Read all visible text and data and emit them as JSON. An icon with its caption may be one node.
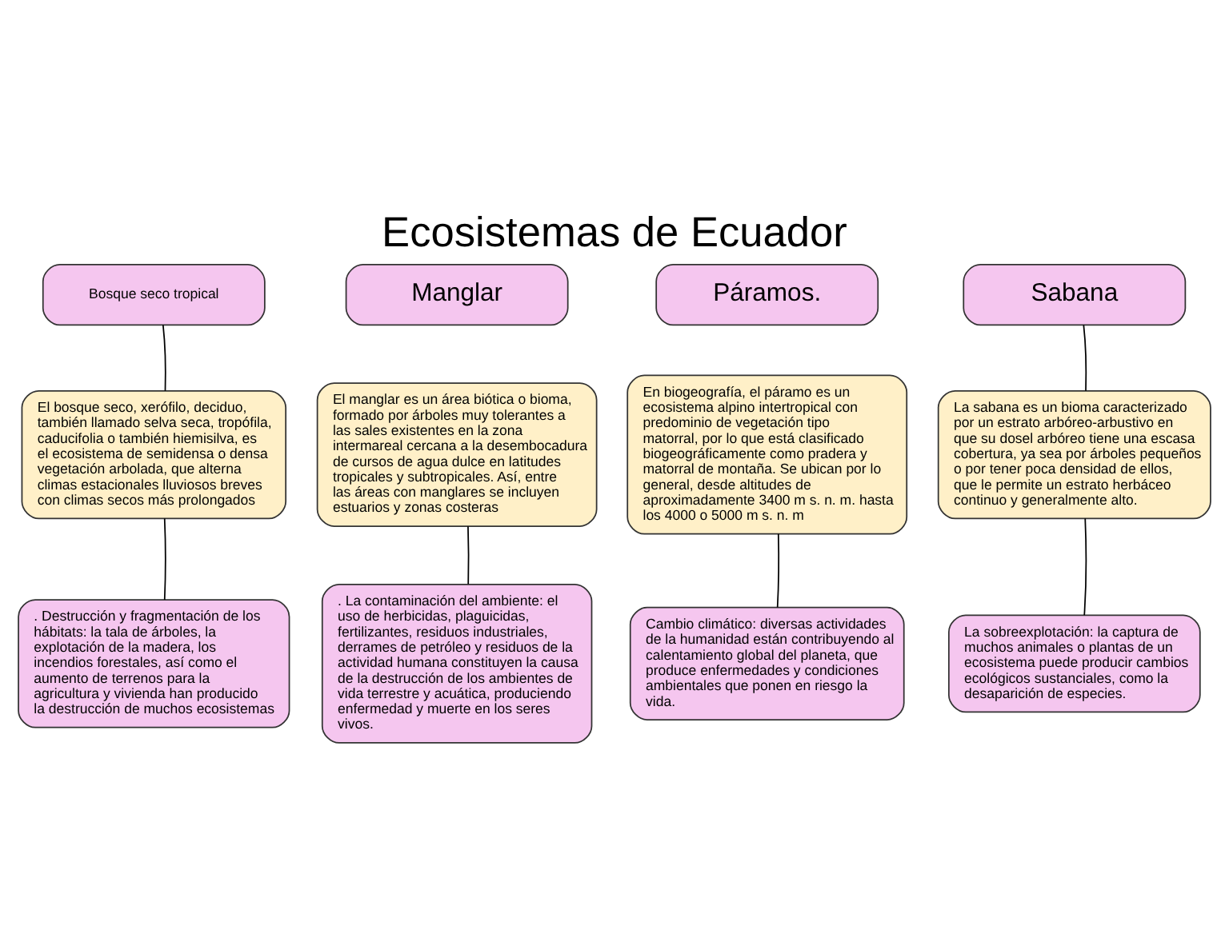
{
  "diagram": {
    "title": "Ecosistemas de Ecuador",
    "nodes": [
      {
        "text": [
          "Bosque seco tropical"
        ]
      },
      {
        "text": [
          "Manglar"
        ]
      },
      {
        "text": [
          "Páramos."
        ]
      },
      {
        "text": [
          "Sabana"
        ]
      },
      {
        "text": [
          "El bosque seco, xerófilo, deciduo, también llamado selva seca, tropófila, caducifolia o también hiemisilva, es el ecosistema de semidensa o densa vegetación arbolada, que alterna climas estacionales lluviosos breves con climas secos más prolongados"
        ]
      },
      {
        "text": [
          "El manglar es un área biótica o bioma, formado por árboles muy tolerantes a las sales existentes en la zona intermareal cercana a la desembocadura de cursos de agua dulce en latitudes tropicales y subtropicales. Así, entre las áreas con manglares se incluyen estuarios y zonas costeras"
        ]
      },
      {
        "text": [
          "En biogeografía, el páramo es un ecosistema alpino intertropical con predominio de vegetación tipo matorral, por lo que está clasificado biogeográficamente como pradera y matorral de montaña. Se ubican por lo general, desde altitudes de aproximadamente 3400 m s. n. m. hasta los 4000 o 5000 m s. n. m"
        ]
      },
      {
        "text": [
          "La sabana es un bioma caracterizado por un estrato arbóreo-arbustivo en que su dosel arbóreo tiene una escasa cobertura, ya sea por árboles pequeños o por tener poca densidad de ellos, que le permite un estrato herbáceo continuo y generalmente alto."
        ]
      },
      {
        "text": [
          ". Destrucción y fragmentación de los hábitats: la tala de árboles, la explotación de la madera, los incendios forestales, así como el aumento de terrenos para la agricultura y vivienda han producido la destrucción de muchos ecosistemas"
        ]
      },
      {
        "text": [
          ". La contaminación del ambiente: el uso de herbicidas, plaguicidas, fertilizantes, residuos industriales, derrames de petróleo y residuos de la actividad humana constituyen la causa de la destrucción de los ambientes de vida terrestre y acuática, produciendo enfermedad y muerte en los seres vivos."
        ]
      },
      {
        "text": [
          "Cambio climático: diversas actividades de la humanidad están contribuyendo al calentamiento global del planeta, que produce enfermedades y condiciones ambientales que ponen en riesgo la vida."
        ]
      },
      {
        "text": [
          "La sobreexplotación: la captura de muchos animales o plantas de un ecosistema puede producir cambios ecológicos sustanciales, como la desaparición de especies."
        ]
      }
    ],
    "edges": [
      {
        "from": 0,
        "to": 4,
        "arrow": "none"
      },
      {
        "from": 3,
        "to": 7,
        "arrow": "none"
      },
      {
        "from": 4,
        "to": 8,
        "arrow": "none"
      },
      {
        "from": 5,
        "to": 9,
        "arrow": "none"
      },
      {
        "from": 6,
        "to": 10,
        "arrow": "none"
      },
      {
        "from": 7,
        "to": 11,
        "arrow": "none"
      }
    ]
  }
}
